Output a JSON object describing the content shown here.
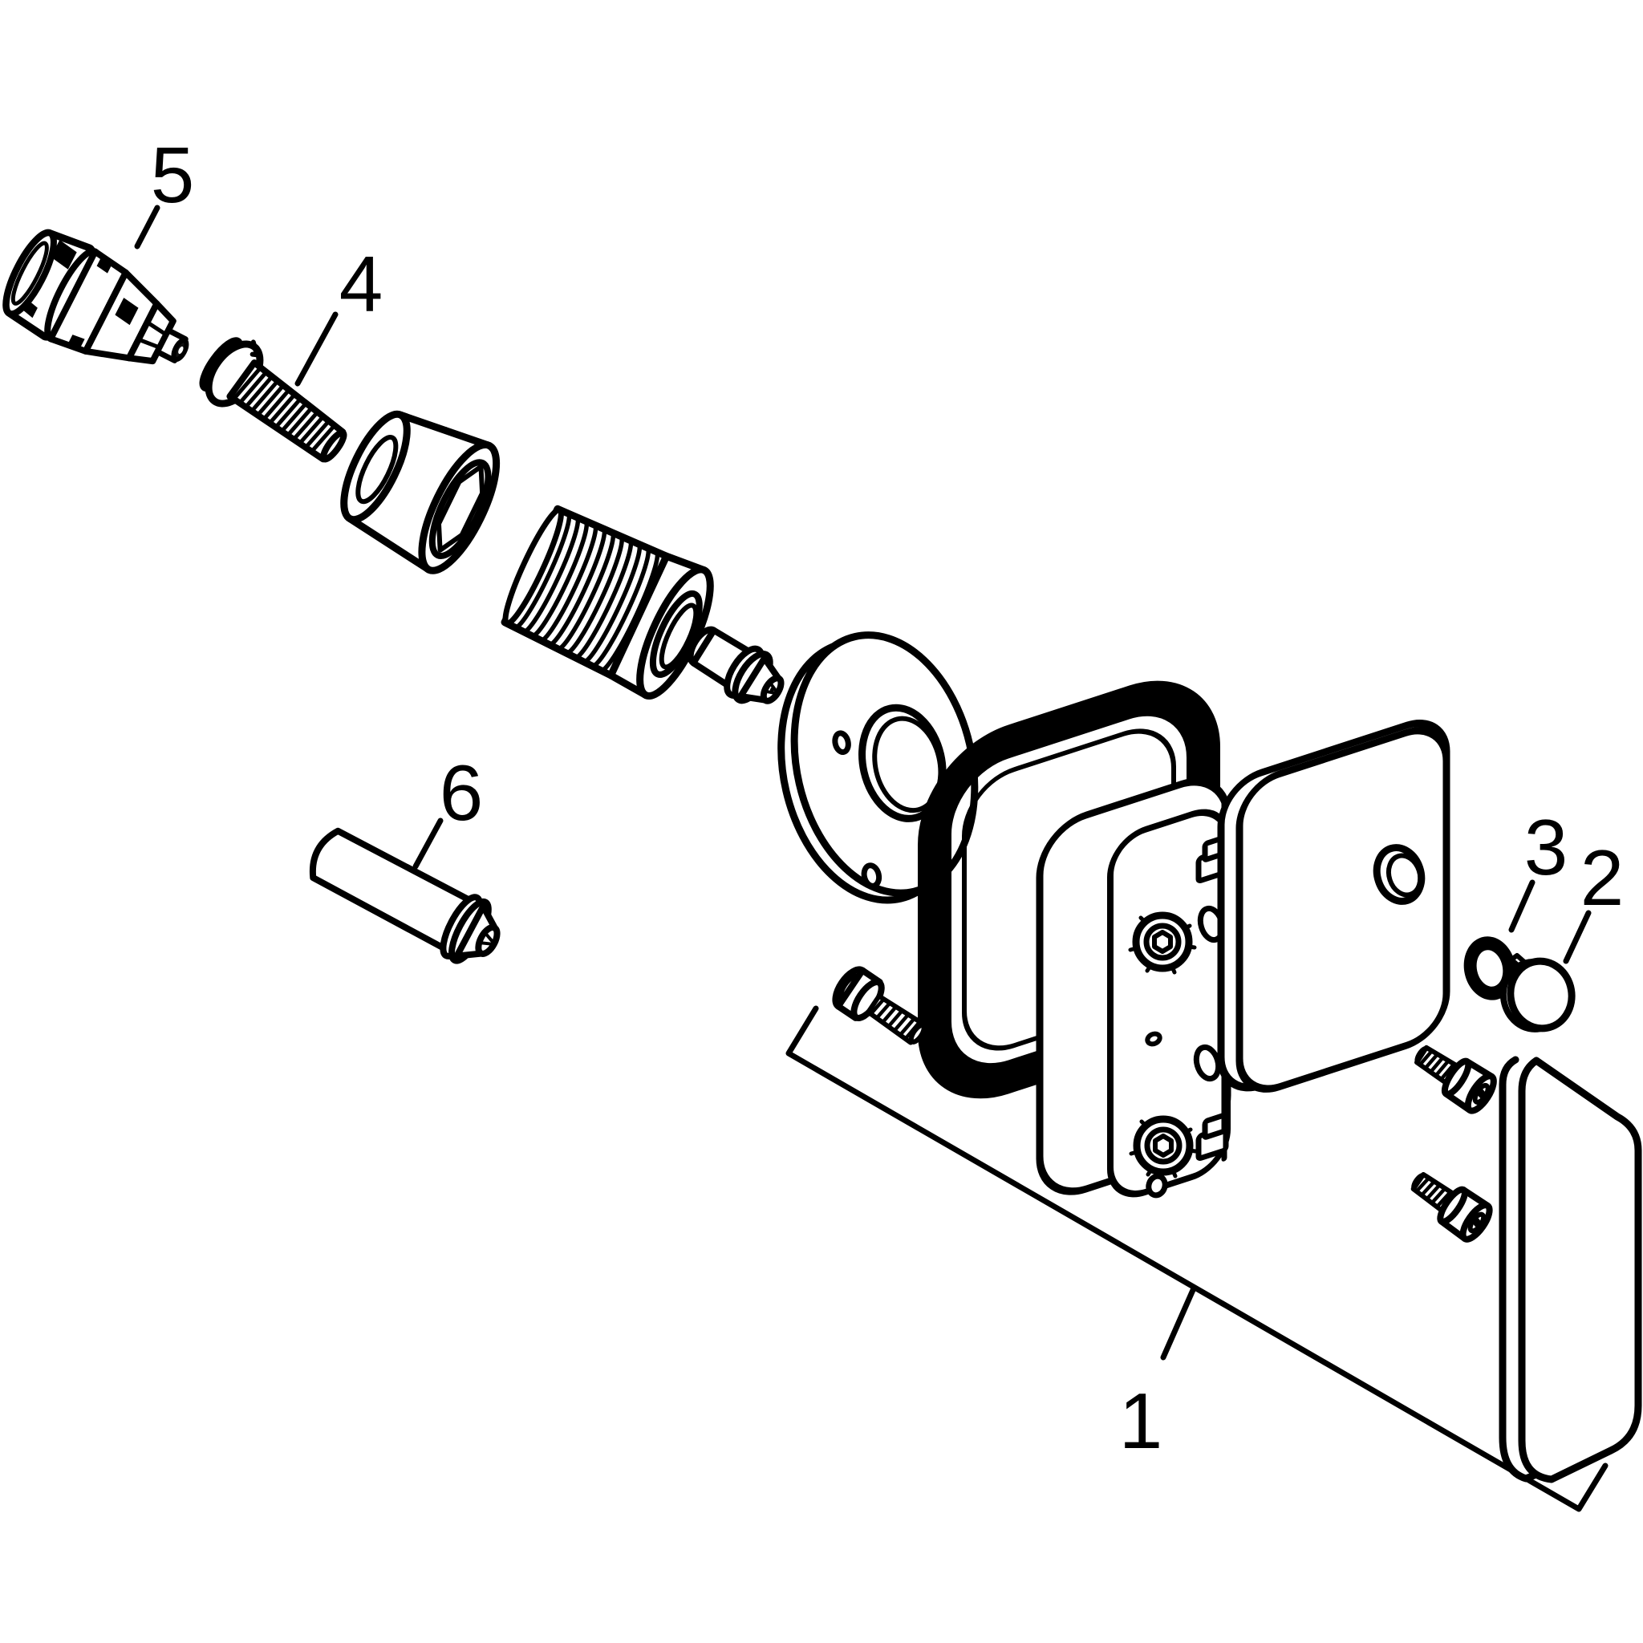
{
  "diagram": {
    "type": "exploded-parts-diagram",
    "background_color": "#ffffff",
    "line_color": "#000000",
    "callouts": [
      {
        "label": "1"
      },
      {
        "label": "2"
      },
      {
        "label": "3"
      },
      {
        "label": "4"
      },
      {
        "label": "5"
      },
      {
        "label": "6"
      }
    ],
    "parts": [
      {
        "callout": "1",
        "name": "complete-valve-assembly"
      },
      {
        "callout": "2",
        "name": "cap-plug"
      },
      {
        "callout": "3",
        "name": "o-ring-seal"
      },
      {
        "callout": "4",
        "name": "fastening-screw"
      },
      {
        "callout": "5",
        "name": "valve-cartridge"
      },
      {
        "callout": "6",
        "name": "extension-sleeve"
      }
    ]
  }
}
